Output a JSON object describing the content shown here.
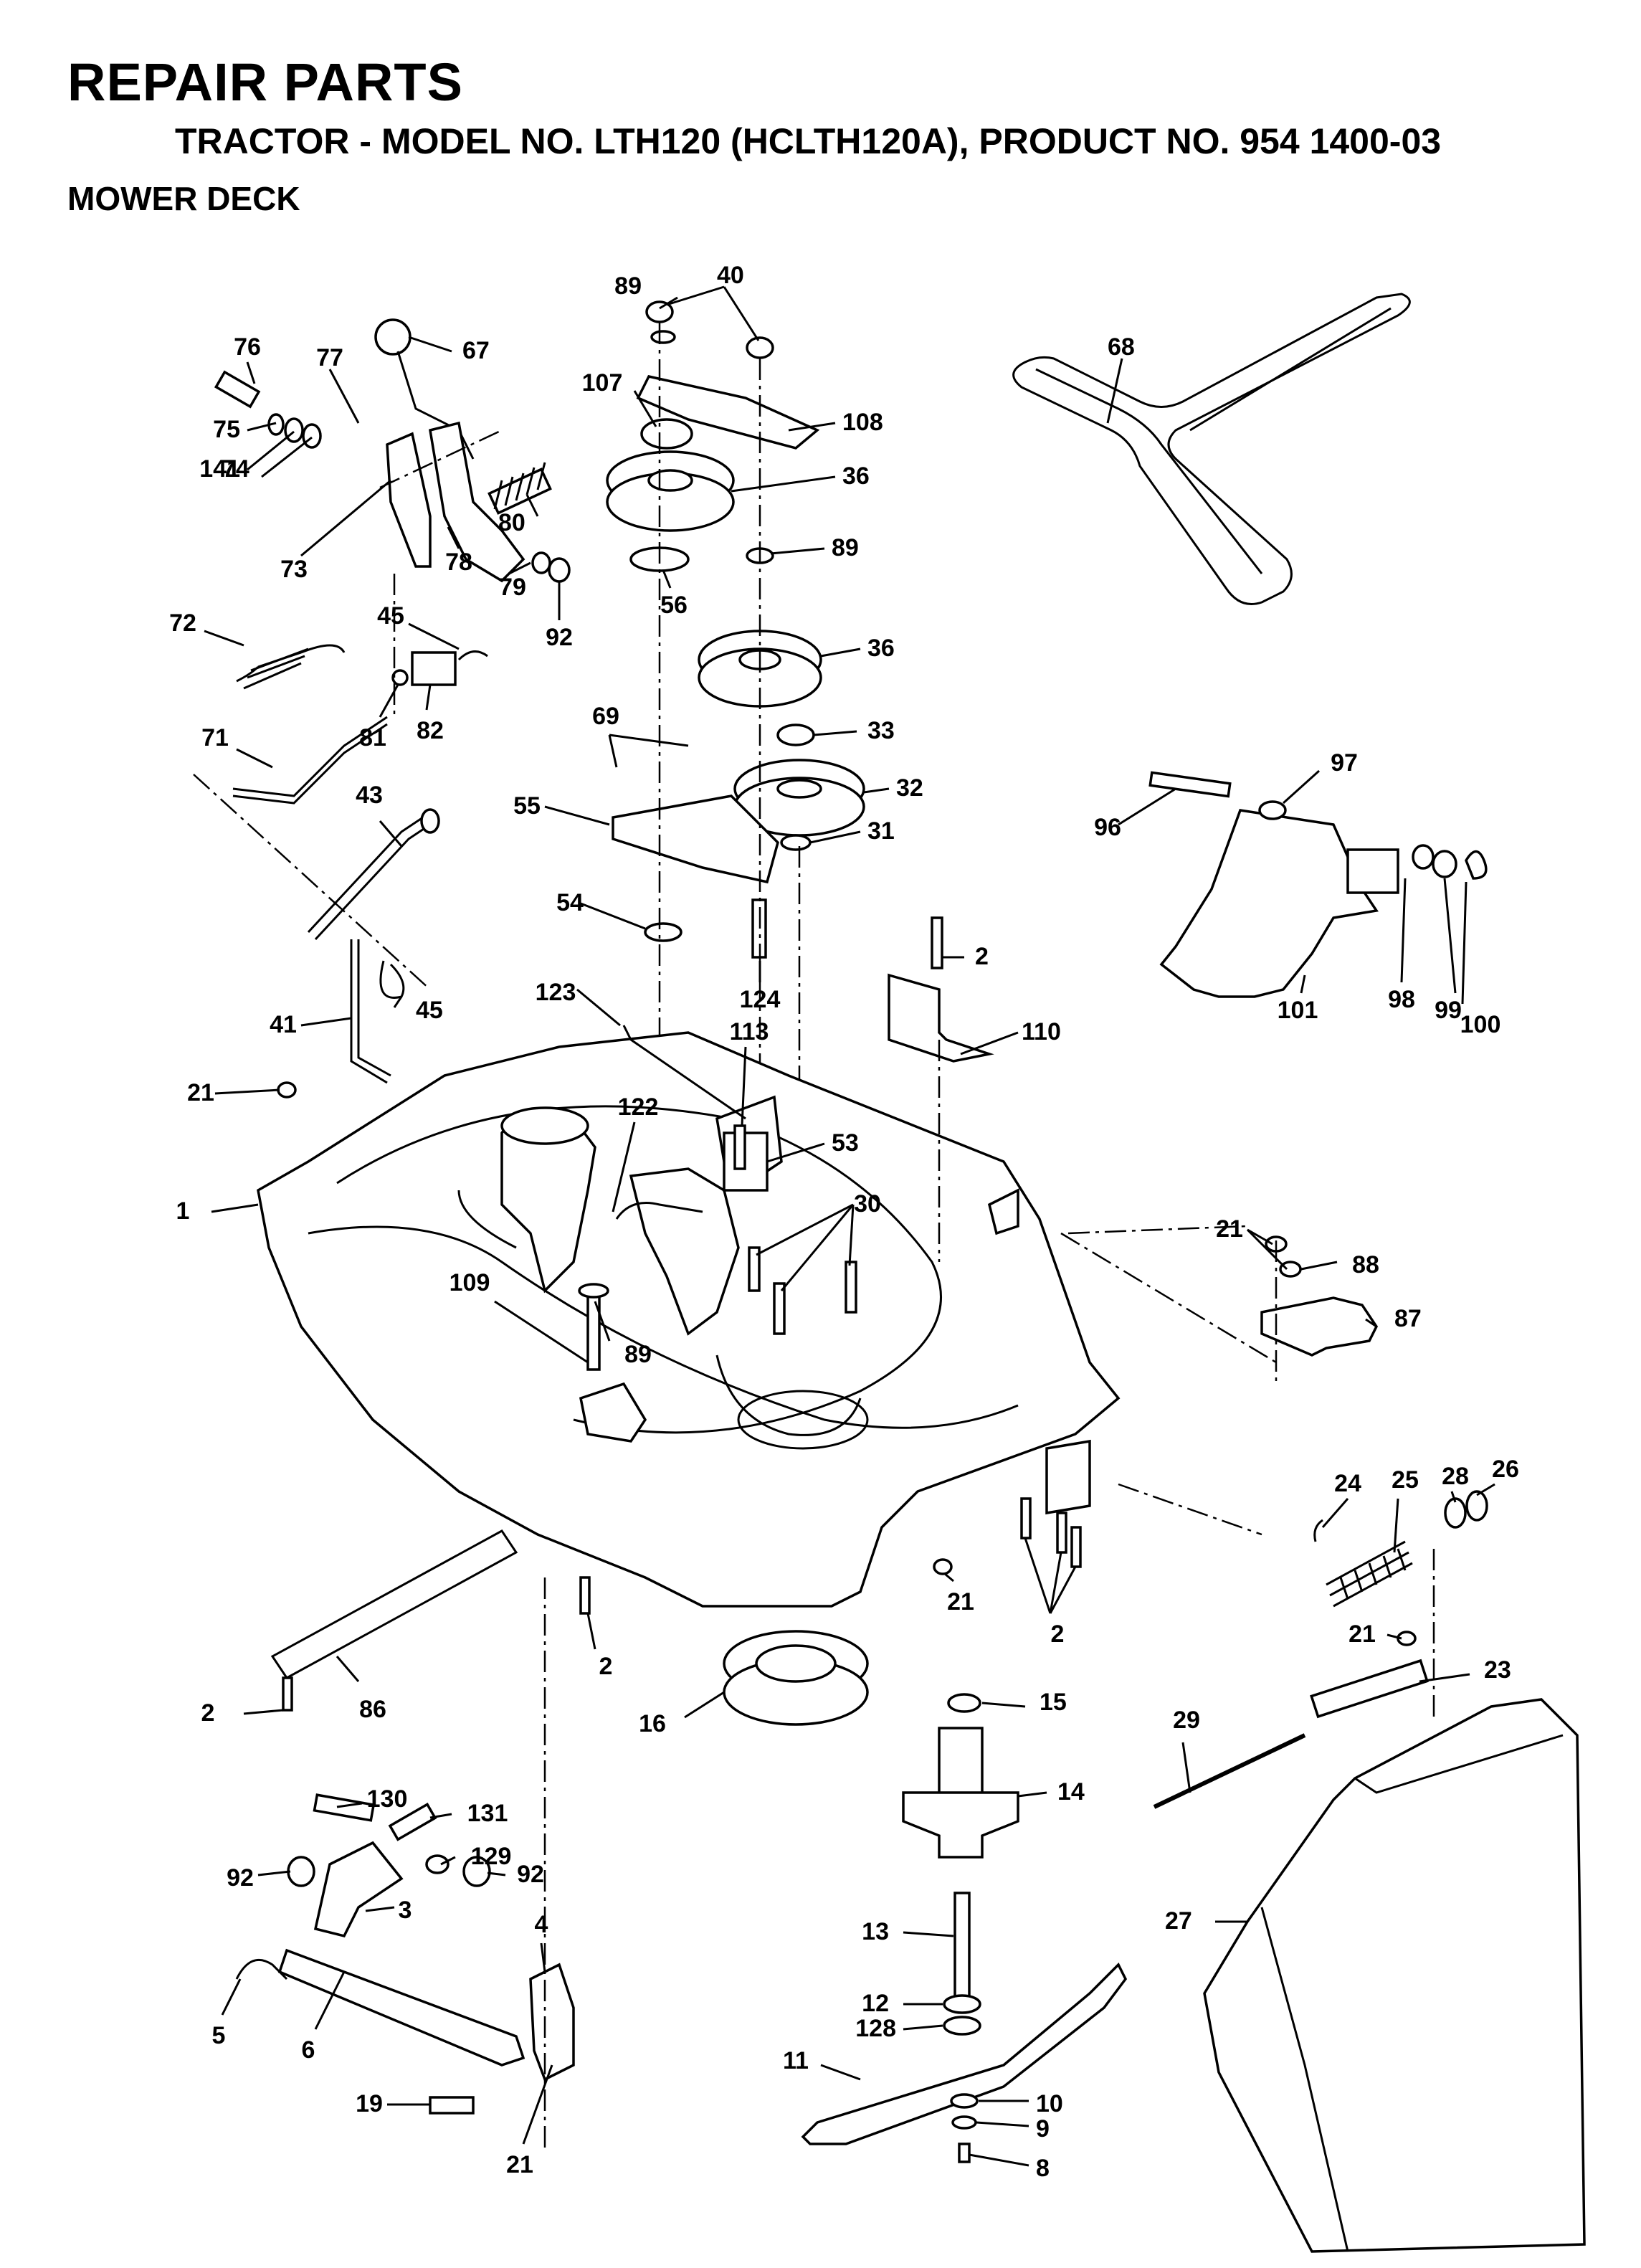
{
  "header": {
    "title": "REPAIR PARTS",
    "subtitle": "TRACTOR - MODEL NO. LTH120 (HCLTH120A), PRODUCT NO. 954 1400-03",
    "section": "MOWER DECK"
  },
  "callouts": [
    "89",
    "40",
    "68",
    "107",
    "108",
    "76",
    "77",
    "67",
    "36",
    "75",
    "141",
    "74",
    "80",
    "89",
    "73",
    "78",
    "79",
    "92",
    "56",
    "36",
    "72",
    "45",
    "81",
    "82",
    "33",
    "69",
    "71",
    "32",
    "55",
    "31",
    "97",
    "96",
    "43",
    "54",
    "2",
    "124",
    "123",
    "110",
    "101",
    "98",
    "99",
    "100",
    "113",
    "41",
    "45",
    "21",
    "122",
    "53",
    "1",
    "30",
    "21",
    "88",
    "109",
    "89",
    "87",
    "24",
    "25",
    "28",
    "26",
    "21",
    "2",
    "2",
    "21",
    "23",
    "16",
    "15",
    "29",
    "2",
    "86",
    "14",
    "130",
    "131",
    "129",
    "92",
    "92",
    "3",
    "27",
    "4",
    "13",
    "12",
    "128",
    "5",
    "6",
    "11",
    "10",
    "19",
    "21",
    "9",
    "8"
  ]
}
